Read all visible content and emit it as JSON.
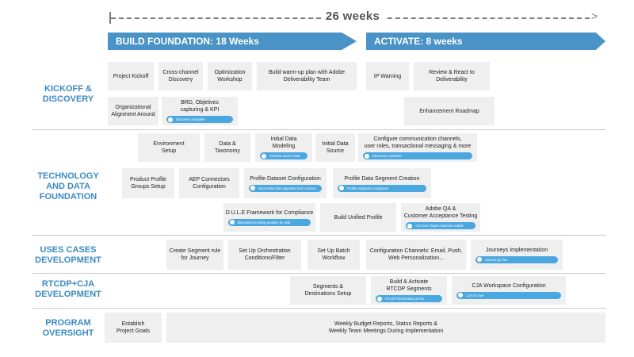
{
  "timeline": {
    "duration": "26 weeks"
  },
  "phases": [
    {
      "label": "BUILD FOUNDATION: 18 Weeks"
    },
    {
      "label": "ACTIVATE: 8 weeks"
    }
  ],
  "sections": [
    {
      "label": "KICKOFF &\nDISCOVERY"
    },
    {
      "label": "TECHNOLOGY\nAND DATA\nFOUNDATION"
    },
    {
      "label": "USES CASES\nDEVELOPMENT"
    },
    {
      "label": "RTCDP+CJA\nDEVELOPMENT"
    },
    {
      "label": "PROGRAM\nOVERSIGHT"
    }
  ],
  "tasks": [
    {
      "text": "Project Kickoff"
    },
    {
      "text": "Cross-channel\nDiscovery"
    },
    {
      "text": "Optimization\nWorkshop"
    },
    {
      "text": "Build warm-up plan with Adobe\nDeliverability Team"
    },
    {
      "text": "IP Warning"
    },
    {
      "text": "Review & React to\nDeliverability"
    },
    {
      "text": "Organizational\nAlignment Around"
    },
    {
      "text": "BRD, Objetives\ncapturing & KPI",
      "milestone": "Discovery complete"
    },
    {
      "text": "Enhancement Roadmap"
    },
    {
      "text": "Environment\nSetup"
    },
    {
      "text": "Data &\nTaxonomy"
    },
    {
      "text": "Initial Data\nModeling",
      "milestone": "Schema across data"
    },
    {
      "text": "Initial Data\nSource"
    },
    {
      "text": "Configure communication channels,\nuser roles, transactional messaging & more",
      "milestone": "Discovery complete"
    },
    {
      "text": "Product Profile\nGroups Setup"
    },
    {
      "text": "AEP Connectors\nConfiguration"
    },
    {
      "text": "Profile Dataset Configuration",
      "milestone": "Successful data ingestion from sources"
    },
    {
      "text": "Profile Data Segment Creation",
      "milestone": "Profile segments configured"
    },
    {
      "text": "D.U.L.E Framework for Compliance",
      "milestone": "Behavioral tracking enables for web"
    },
    {
      "text": "Build Unified Profile"
    },
    {
      "text": "Adobe QA &\nCustomer Acceptance Testing",
      "milestone": "AJO and Target channels enable"
    },
    {
      "text": "Create Segment rule\nfor Journey"
    },
    {
      "text": "Set Up Orchestration\nConditions/Filter"
    },
    {
      "text": "Set Up Batch\nWorkflow"
    },
    {
      "text": "Configuration Channels: Email, Push,\nWeb Personalization..."
    },
    {
      "text": "Journeys Implementation",
      "milestone": "Journey go live"
    },
    {
      "text": "Segments &\nDestinations Setup"
    },
    {
      "text": "Build & Activate\nRTCDP Segments",
      "milestone": "RTCDP Destination go live"
    },
    {
      "text": "CJA Workspace Configuration",
      "milestone": "CJA Go live"
    },
    {
      "text": "Entablish\nProject Goals"
    },
    {
      "text": "Weekly Budget Reports, Status Reports &\nWeekly Team Meetings During Implementation"
    }
  ]
}
